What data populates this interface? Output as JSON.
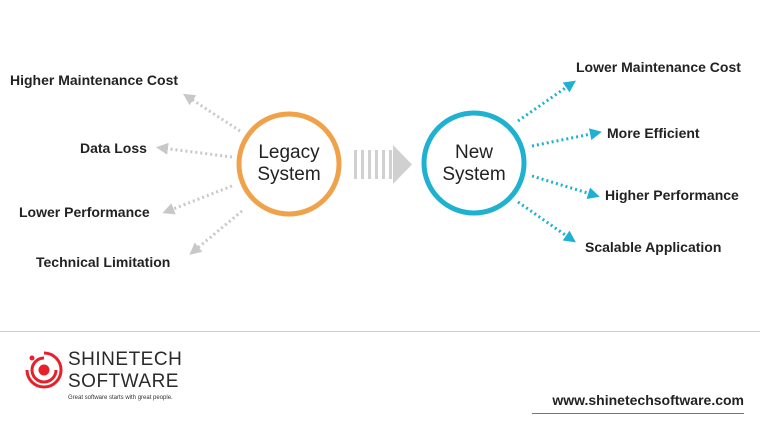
{
  "legacy": {
    "title_line1": "Legacy",
    "title_line2": "System",
    "color": "#f0a24a",
    "drawbacks": [
      "Higher Maintenance Cost",
      "Data Loss",
      "Lower Performance",
      "Technical Limitation"
    ]
  },
  "new": {
    "title_line1": "New",
    "title_line2": "System",
    "color": "#1fb1d0",
    "benefits": [
      "Lower Maintenance Cost",
      "More Efficient",
      "Higher Performance",
      "Scalable Application"
    ]
  },
  "colors": {
    "legacy_arrow": "#c8c8c8",
    "new_arrow": "#1fb1d0",
    "transition_arrow": "#d0d0d0",
    "logo_red": "#e8202a"
  },
  "footer": {
    "brand_line1": "SHINETECH",
    "brand_line2": "SOFTWARE",
    "tagline": "Great software starts with great people.",
    "website": "www.shinetechsoftware.com"
  }
}
